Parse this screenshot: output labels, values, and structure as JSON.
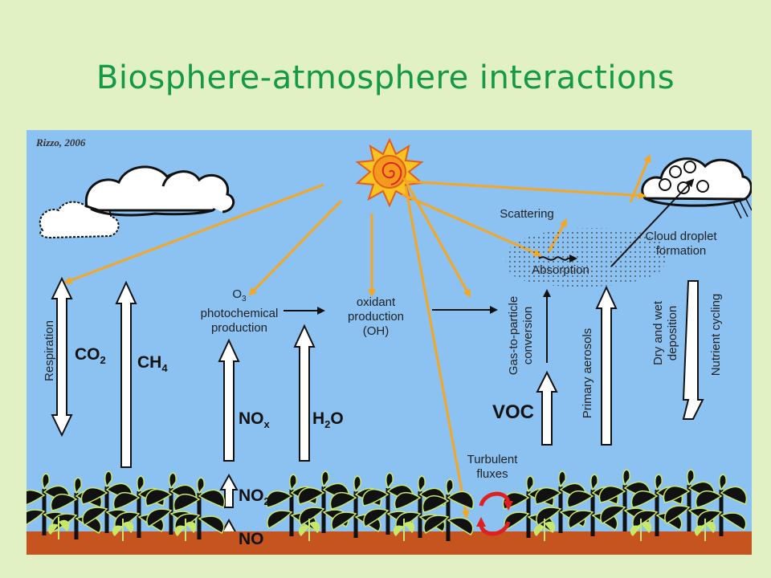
{
  "title": "Biosphere-atmosphere interactions",
  "credit": "Rizzo, 2006",
  "labels": {
    "o3": "O",
    "o3_sub": "3",
    "photochemical": "photochemical",
    "production": "production",
    "oxidant": "oxidant",
    "oxidant_production": "production",
    "oh": "(OH)",
    "scattering": "Scattering",
    "absorption": "Absorption",
    "cloud_droplet": "Cloud droplet",
    "formation": "formation",
    "turbulent": "Turbulent",
    "fluxes": "fluxes",
    "respiration": "Respiration",
    "gas_to_particle_1": "Gas-to-particle",
    "gas_to_particle_2": "conversion",
    "primary_aerosols": "Primary aerosols",
    "dry_wet_1": "Dry and wet",
    "dry_wet_2": "deposition",
    "nutrient_cycling": "Nutrient cycling"
  },
  "species": {
    "co2": "CO",
    "co2_sub": "2",
    "ch4": "CH",
    "ch4_sub": "4",
    "nox": "NO",
    "nox_sub": "x",
    "h2o": "H",
    "h2o_sub": "2",
    "h2o_end": "O",
    "no2": "NO",
    "no2_sub": "2",
    "no": "NO",
    "voc": "VOC"
  },
  "colors": {
    "background": "#e2f1c4",
    "title": "#149946",
    "sky": "#8cc2f2",
    "sun_rays": "#f5a623",
    "soil": "#c5541e",
    "plants": "#1a1a1a",
    "plant_highlight": "#c8e86b",
    "turbulence_arrows": "#e02020"
  }
}
